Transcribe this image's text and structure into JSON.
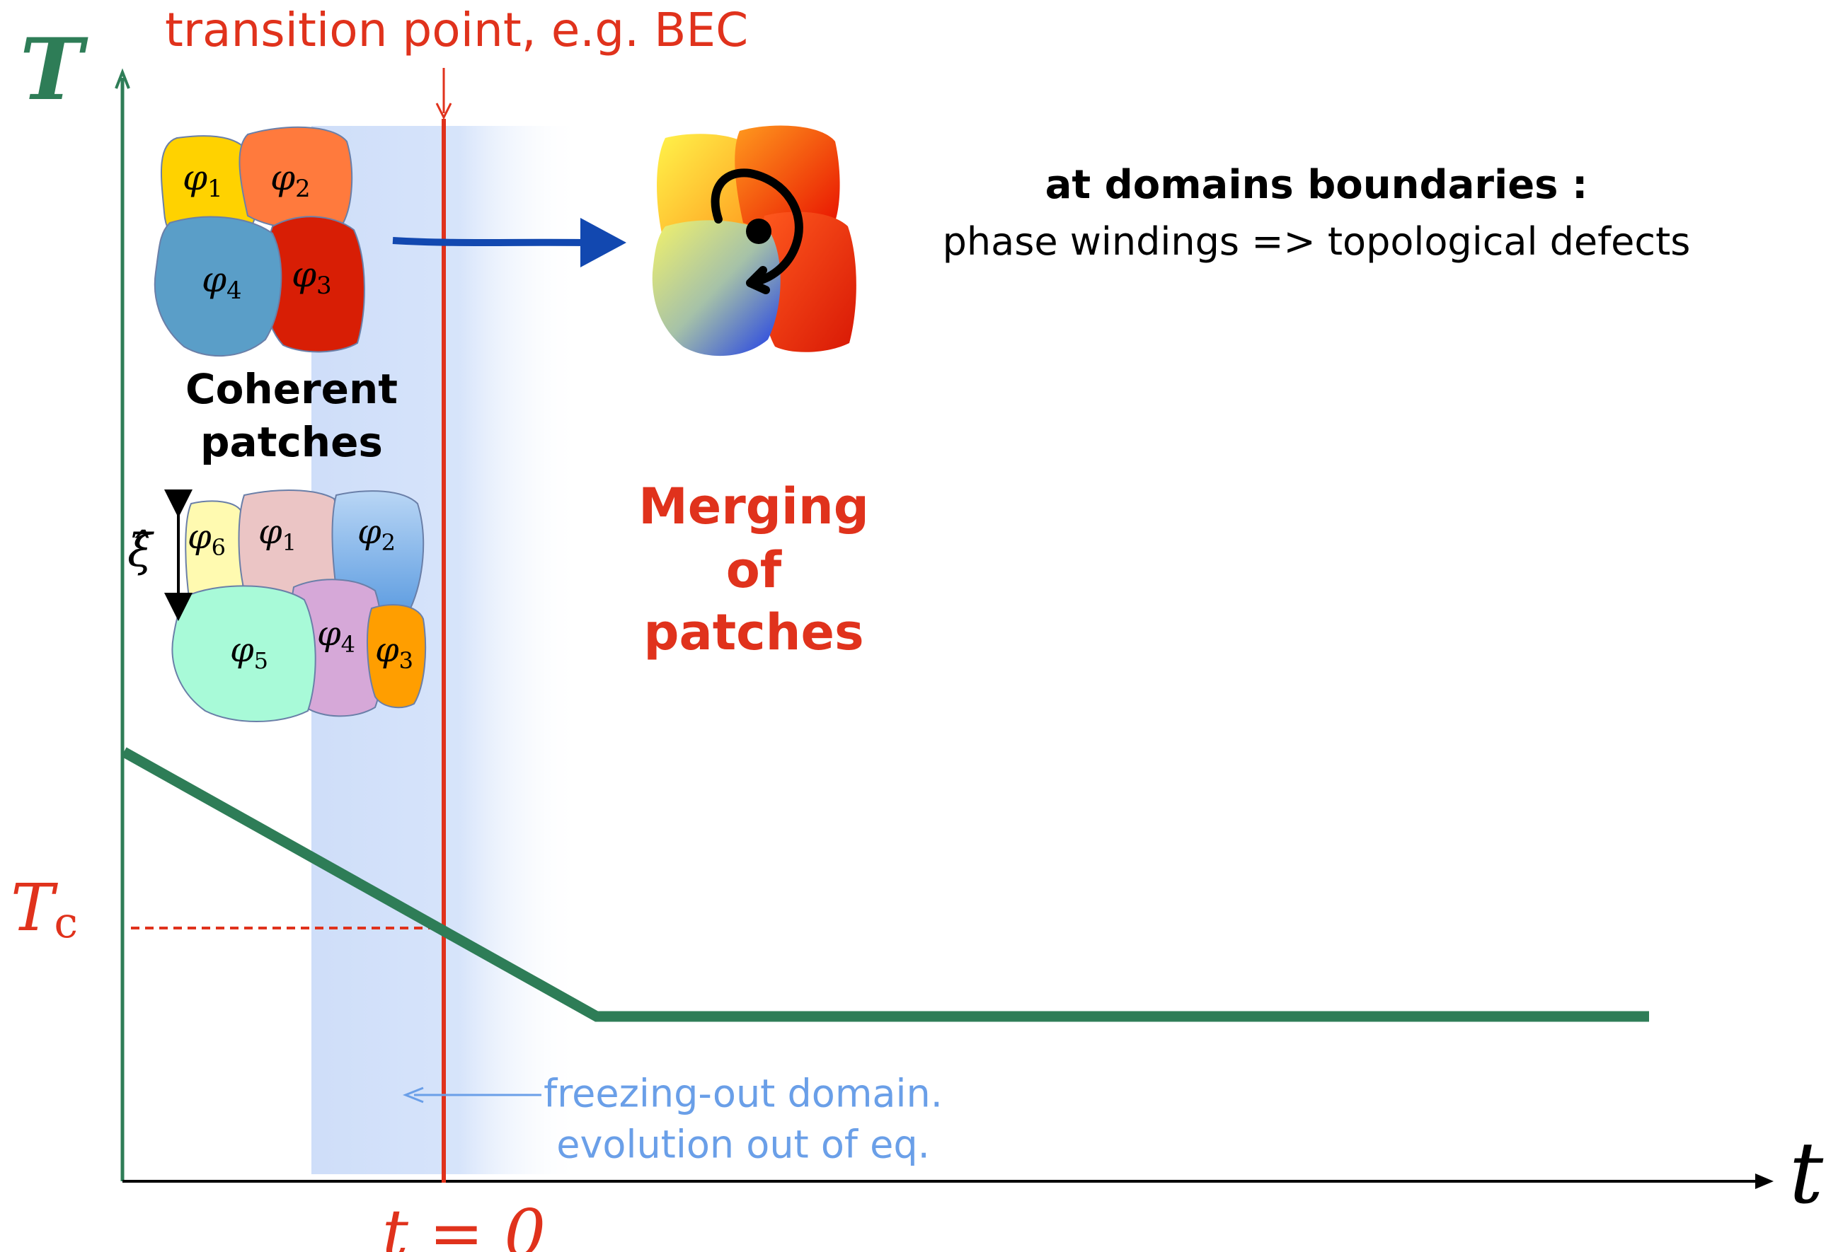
{
  "axes": {
    "y_label": "T",
    "x_label": "t",
    "tc_label_main": "T",
    "tc_label_sub": "c",
    "t0_label": "t = 0"
  },
  "transition": {
    "label": "transition point, e.g. BEC"
  },
  "coherent": {
    "line1": "Coherent",
    "line2": "patches"
  },
  "merging": {
    "line1": "Merging",
    "line2": "of",
    "line3": "patches"
  },
  "boundaries": {
    "title": "at domains boundaries :",
    "subtitle": "phase windings => topological defects"
  },
  "freezing": {
    "line1": "freezing-out domain.",
    "line2": "evolution out of eq."
  },
  "patches_top": [
    {
      "label": "φ1",
      "sym": "φ",
      "sub": "1",
      "color": "#FFD200"
    },
    {
      "label": "φ2",
      "sym": "φ",
      "sub": "2",
      "color": "#FF7A3D"
    },
    {
      "label": "φ4",
      "sym": "φ",
      "sub": "4",
      "color": "#5A9EC8"
    },
    {
      "label": "φ3",
      "sym": "φ",
      "sub": "3",
      "color": "#D81E05"
    }
  ],
  "patches_bottom": [
    {
      "label": "φ6",
      "sym": "φ",
      "sub": "6",
      "color": "#FFFAB0"
    },
    {
      "label": "φ1",
      "sym": "φ",
      "sub": "1",
      "color": "#EBC5C5"
    },
    {
      "label": "φ2",
      "sym": "φ",
      "sub": "2",
      "color": "#8EC1F0"
    },
    {
      "label": "φ5",
      "sym": "φ",
      "sub": "5",
      "color": "#A8FAD8"
    },
    {
      "label": "φ4",
      "sym": "φ",
      "sub": "4",
      "color": "#D6A8D8"
    },
    {
      "label": "φ3",
      "sym": "φ",
      "sub": "3",
      "color": "#FF9E00"
    }
  ],
  "xi_label": "ξ̂",
  "colors": {
    "axis": "#2E7D57",
    "temp_curve": "#2E7D57",
    "transition": "#E0321C",
    "merging_text": "#E0321C",
    "freezing_text": "#6A9FE8",
    "shade": "#C9DAF8",
    "merge_arrow": "#1248B0"
  }
}
